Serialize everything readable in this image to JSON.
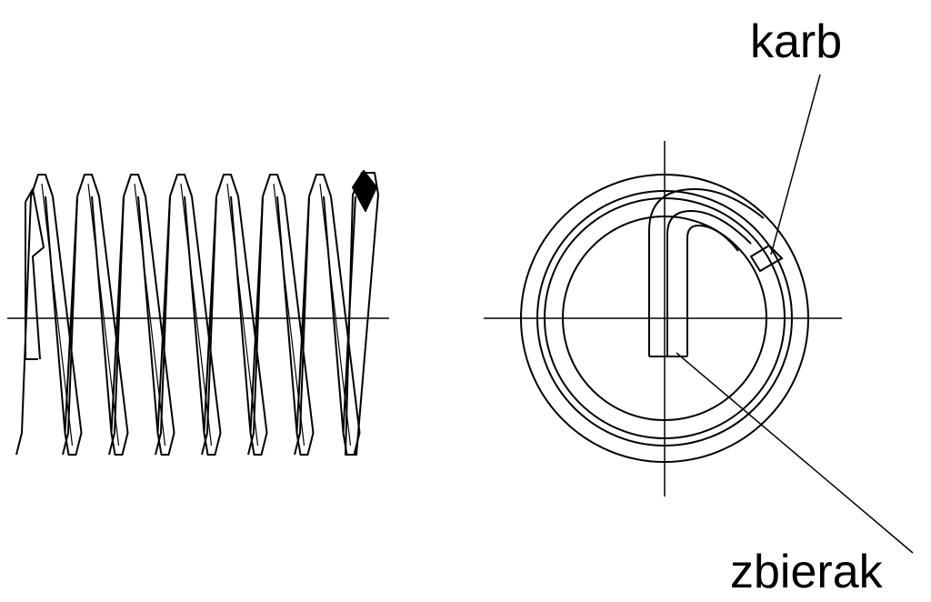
{
  "diagram": {
    "labels": {
      "notch": "karb",
      "tang": "zbierak"
    },
    "colors": {
      "line": "#000000",
      "background": "#ffffff",
      "notch_fill": "#000000"
    },
    "side_view": {
      "visible_coils": 8
    }
  }
}
